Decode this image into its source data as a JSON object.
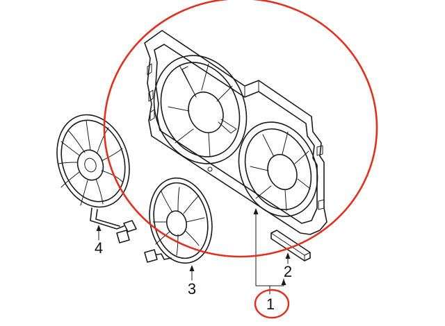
{
  "diagram": {
    "callouts": [
      {
        "id": "1",
        "label": "1"
      },
      {
        "id": "2",
        "label": "2"
      },
      {
        "id": "3",
        "label": "3"
      },
      {
        "id": "4",
        "label": "4"
      }
    ],
    "highlight_color": "#e0301e",
    "line_color": "#1a1a1a",
    "icons": [
      "fan-shroud-assembly-icon",
      "left-fan-motor-icon",
      "right-fan-motor-icon",
      "bracket-strip-icon"
    ]
  }
}
